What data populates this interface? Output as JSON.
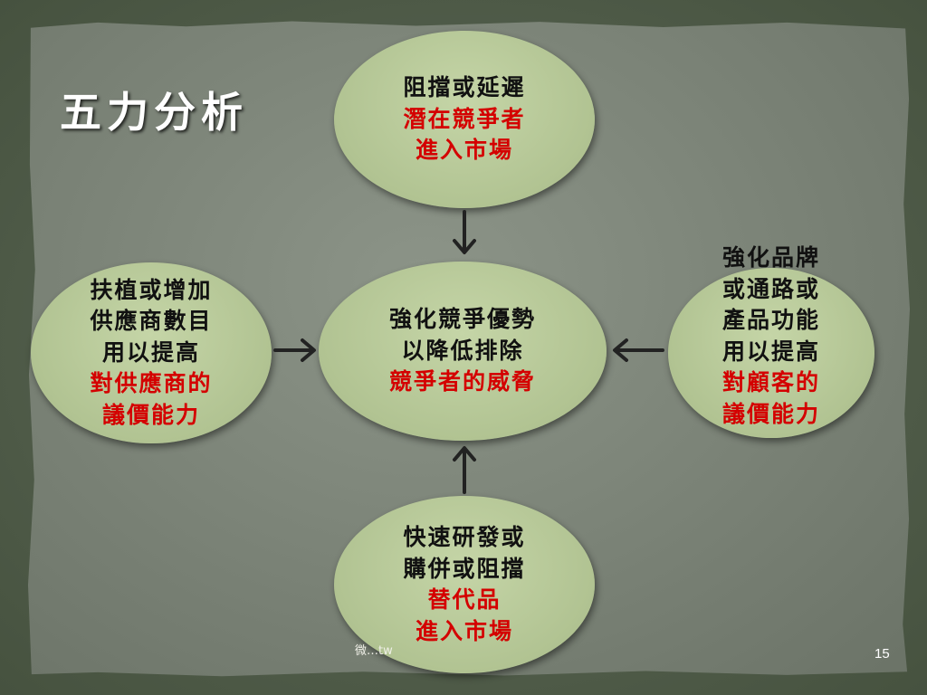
{
  "slide": {
    "title": "五力分析",
    "footer": "微…tw",
    "slide_number": "15"
  },
  "nodes": {
    "top": [
      "阻擋或延遲",
      "潛在競爭者",
      "進入市場"
    ],
    "left": [
      "扶植或增加",
      "供應商數目",
      "用以提高",
      "對供應商的",
      "議價能力"
    ],
    "center": [
      "強化競爭優勢",
      "以降低排除",
      "競爭者的威脅"
    ],
    "right": [
      "強化品牌",
      "或通路或",
      "產品功能",
      "用以提高",
      "對顧客的",
      "議價能力"
    ],
    "bottom": [
      "快速研發或",
      "購併或阻擋",
      "替代品",
      "進入市場"
    ]
  },
  "colors": {
    "node_fill": "#b1c392",
    "text_black": "#111111",
    "text_red": "#d40000",
    "arrow": "#222222"
  },
  "arrows": [
    "arrow-down-icon",
    "arrow-right-icon",
    "arrow-left-icon",
    "arrow-up-icon"
  ]
}
